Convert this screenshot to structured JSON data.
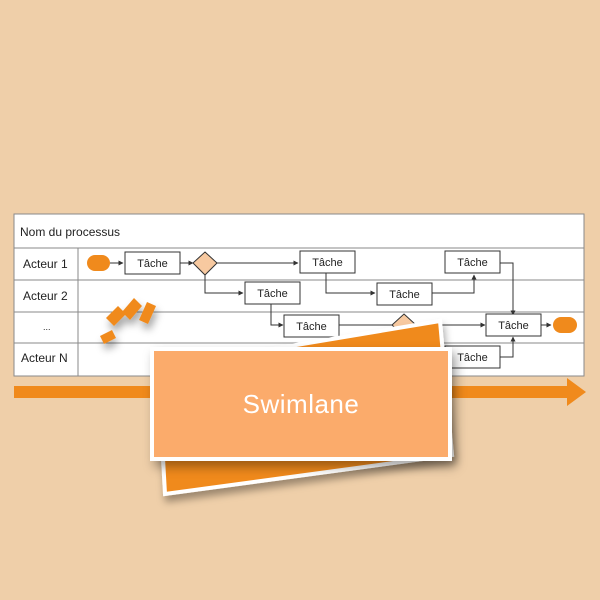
{
  "diagram": {
    "title": "Nom du processus",
    "lanes": [
      "Acteur 1",
      "Acteur 2",
      "...",
      "Acteur N"
    ],
    "task_label": "Tâche"
  },
  "banner": {
    "label": "Swimlane"
  },
  "colors": {
    "background": "#efcfa9",
    "accent_orange": "#f08a1c",
    "banner_fill": "#fbab6b",
    "gateway_fill": "#f7c9a0",
    "table_border": "#8a8a8a"
  }
}
